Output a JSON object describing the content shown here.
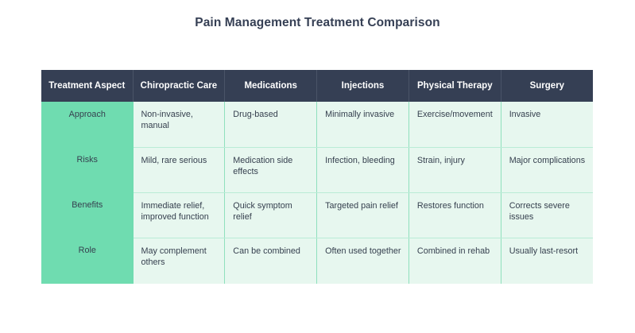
{
  "title": "Pain Management Treatment Comparison",
  "colors": {
    "header_bg": "#353F54",
    "header_text": "#FFFFFF",
    "row_header_bg": "#6FDCB0",
    "cell_bg": "#E7F7EF",
    "cell_text": "#36404F",
    "grid_line": "#8FE0BD",
    "page_bg": "#FFFFFF"
  },
  "chart_data": {
    "type": "table",
    "title": "Pain Management Treatment Comparison",
    "xlabel": "",
    "ylabel": "",
    "columns": [
      "Treatment Aspect",
      "Chiropractic Care",
      "Medications",
      "Injections",
      "Physical Therapy",
      "Surgery"
    ],
    "rows": [
      [
        "Approach",
        "Non-invasive, manual",
        "Drug-based",
        "Minimally invasive",
        "Exercise/movement",
        "Invasive"
      ],
      [
        "Risks",
        "Mild, rare serious",
        "Medication side effects",
        "Infection, bleeding",
        "Strain, injury",
        "Major complications"
      ],
      [
        "Benefits",
        "Immediate relief, improved function",
        "Quick symptom relief",
        "Targeted pain relief",
        "Restores function",
        "Corrects severe issues"
      ],
      [
        "Role",
        "May complement others",
        "Can be combined",
        "Often used together",
        "Combined in rehab",
        "Usually last-resort"
      ]
    ]
  }
}
